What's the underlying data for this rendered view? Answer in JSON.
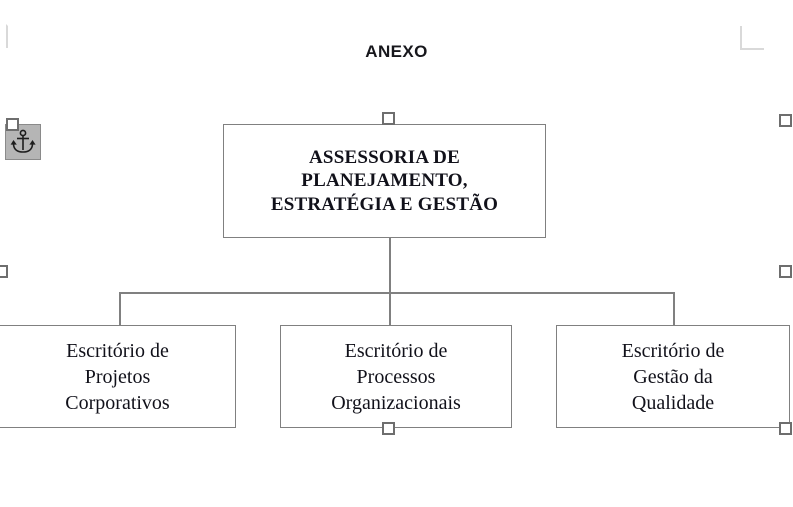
{
  "document": {
    "title": "ANEXO"
  },
  "chart_title": "ANEXO",
  "org_chart": {
    "root": {
      "label": "ASSESSORIA DE PLANEJAMENTO, ESTRATÉGIA E GESTÃO",
      "lines": [
        "ASSESSORIA DE",
        "PLANEJAMENTO,",
        "ESTRATÉGIA E GESTÃO"
      ]
    },
    "children": [
      {
        "label": "Escritório de Projetos Corporativos",
        "lines": [
          "Escritório de",
          "Projetos",
          "Corporativos"
        ]
      },
      {
        "label": "Escritório de Processos Organizacionais",
        "lines": [
          "Escritório de",
          "Processos",
          "Organizacionais"
        ]
      },
      {
        "label": "Escritório de Gestão da Qualidade",
        "lines": [
          "Escritório de",
          "Gestão da",
          "Qualidade"
        ]
      }
    ]
  },
  "icons": {
    "anchor": "anchor-icon"
  },
  "colors": {
    "box_border": "#808080",
    "connector": "#808080",
    "text": "#11111a",
    "handle_border": "#6e6e6e",
    "handle_fill": "#ffffff",
    "anchor_background": "#b5b5b5",
    "margin_mark": "#d9d9d9",
    "page_background": "#ffffff"
  }
}
